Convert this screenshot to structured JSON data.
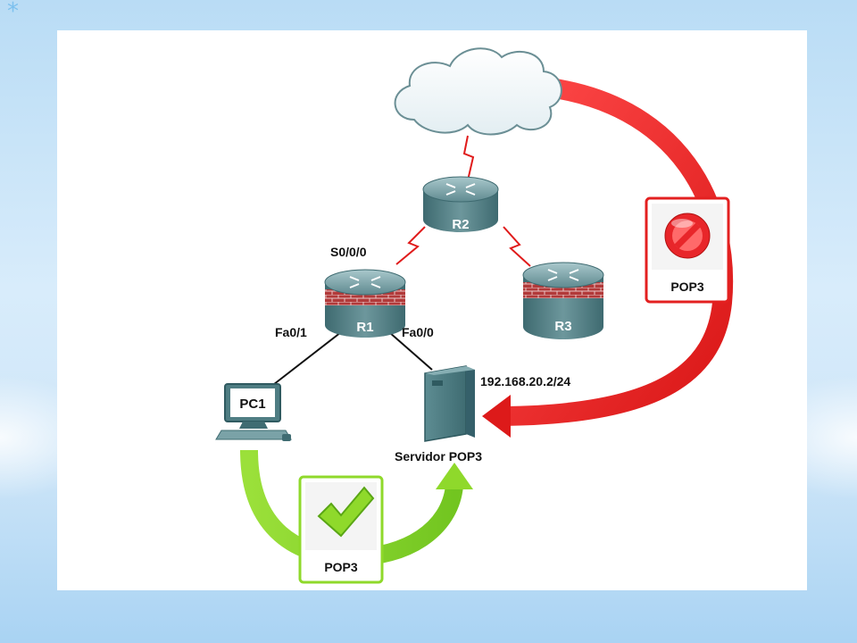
{
  "routers": [
    {
      "name": "R1",
      "firewall": true
    },
    {
      "name": "R2",
      "firewall": false
    },
    {
      "name": "R3",
      "firewall": true
    }
  ],
  "devices": {
    "pc": "PC1",
    "server": "Servidor POP3"
  },
  "interfaces": {
    "r1_serial": "S0/0/0",
    "r1_fa01": "Fa0/1",
    "r1_fa00": "Fa0/0"
  },
  "server_ip": "192.168.20.2/24",
  "blocked_box": {
    "label": "POP3",
    "icon": "prohibited-icon",
    "color": "#e8262a"
  },
  "allowed_box": {
    "label": "POP3",
    "icon": "checkmark-icon",
    "color": "#8fd92b"
  },
  "decoration": {
    "corner_glyph": "*"
  }
}
